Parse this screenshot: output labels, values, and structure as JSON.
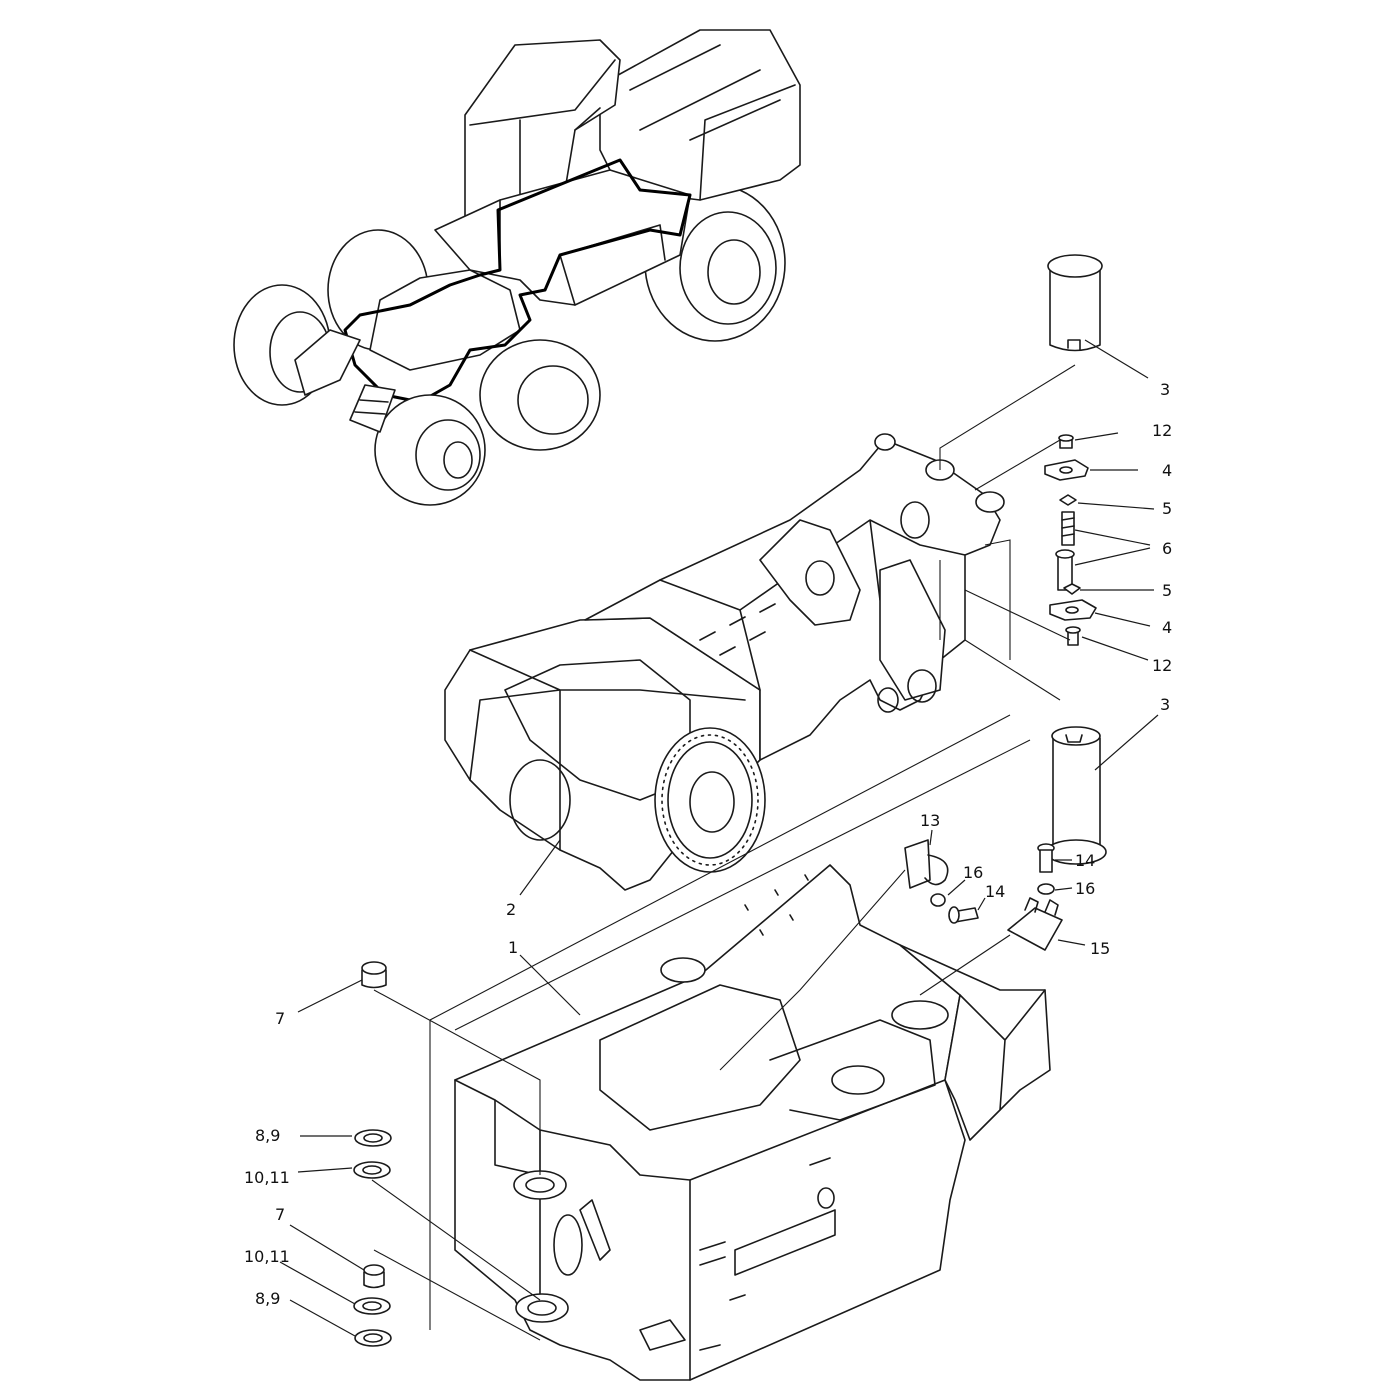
{
  "callouts": [
    {
      "label": "3"
    },
    {
      "label": "12"
    },
    {
      "label": "4"
    },
    {
      "label": "5"
    },
    {
      "label": "6"
    },
    {
      "label": "5"
    },
    {
      "label": "4"
    },
    {
      "label": "12"
    },
    {
      "label": "3"
    },
    {
      "label": "13"
    },
    {
      "label": "14"
    },
    {
      "label": "16"
    },
    {
      "label": "16"
    },
    {
      "label": "14"
    },
    {
      "label": "15"
    },
    {
      "label": "2"
    },
    {
      "label": "1"
    },
    {
      "label": "7"
    },
    {
      "label": "8,9"
    },
    {
      "label": "10,11"
    },
    {
      "label": "7"
    },
    {
      "label": "10,11"
    },
    {
      "label": "8,9"
    }
  ]
}
